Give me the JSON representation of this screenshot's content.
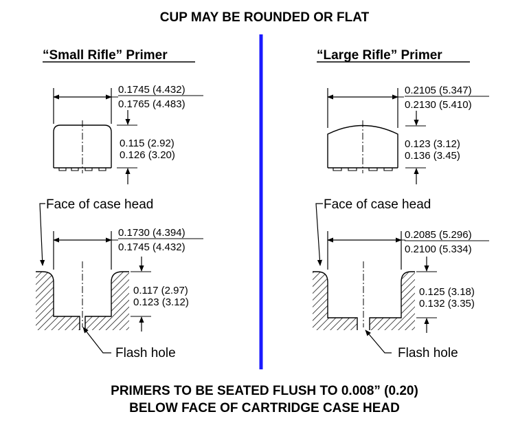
{
  "header": {
    "title": "CUP MAY BE ROUNDED OR FLAT"
  },
  "footer": {
    "line1": "PRIMERS TO BE SEATED FLUSH TO 0.008” (0.20)",
    "line2": "BELOW FACE OF CARTRIDGE CASE HEAD"
  },
  "divider_color": "#1a1aff",
  "small": {
    "title": "“Small Rifle” Primer",
    "cup_width_min": "0.1745 (4.432)",
    "cup_width_max": "0.1765 (4.483)",
    "cup_height_min": "0.115 (2.92)",
    "cup_height_max": "0.126 (3.20)",
    "face_label": "Face of case head",
    "pocket_width_min": "0.1730 (4.394)",
    "pocket_width_max": "0.1745 (4.432)",
    "pocket_depth_min": "0.117 (2.97)",
    "pocket_depth_max": "0.123 (3.12)",
    "flash_label": "Flash hole"
  },
  "large": {
    "title": "“Large Rifle” Primer",
    "cup_width_min": "0.2105 (5.347)",
    "cup_width_max": "0.2130 (5.410)",
    "cup_height_min": "0.123 (3.12)",
    "cup_height_max": "0.136 (3.45)",
    "face_label": "Face of case head",
    "pocket_width_min": "0.2085 (5.296)",
    "pocket_width_max": "0.2100 (5.334)",
    "pocket_depth_min": "0.125 (3.18)",
    "pocket_depth_max": "0.132 (3.35)",
    "flash_label": "Flash hole"
  }
}
